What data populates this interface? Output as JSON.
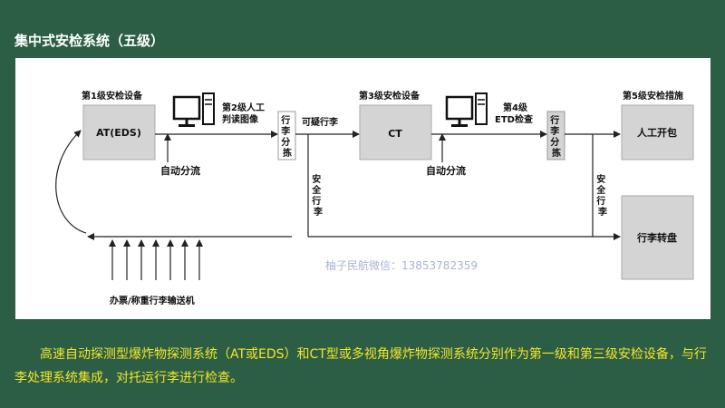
{
  "title": "集中式安检系统（五级）",
  "diagram": {
    "level1_label": "第1级安检设备",
    "level1_device": "AT(EDS)",
    "level2_label_line1": "第2级人工",
    "level2_label_line2": "判读图像",
    "sorter1": [
      "行",
      "李",
      "分",
      "拣"
    ],
    "suspicious_bag": "可疑行李",
    "auto_divert_1": "自动分流",
    "level3_label": "第3级安检设备",
    "level3_device": "CT",
    "level4_label_line1": "第4级",
    "level4_label_line2": "ETD检查",
    "sorter2": [
      "行",
      "李",
      "分",
      "拣"
    ],
    "auto_divert_2": "自动分流",
    "level5_label": "第5级安检措施",
    "manual_open": "人工开包",
    "safe_bag_1": [
      "安",
      "全",
      "行",
      "李"
    ],
    "safe_bag_2": [
      "安",
      "全",
      "行",
      "李"
    ],
    "carousel": "行李转盘",
    "check_in": "办票/称重行李输送机",
    "watermark": "柚子民航微信：13853782359"
  },
  "caption": "高速自动探测型爆炸物探测系统（AT或EDS）和CT型或多视角爆炸物探测系统分别作为第一级和第三级安检设备，与行李处理系统集成，对托运行李进行检查。",
  "colors": {
    "background": "#2c5e45",
    "caption": "#f4e629",
    "box_fill": "#d4d4d4",
    "line": "#222222"
  }
}
